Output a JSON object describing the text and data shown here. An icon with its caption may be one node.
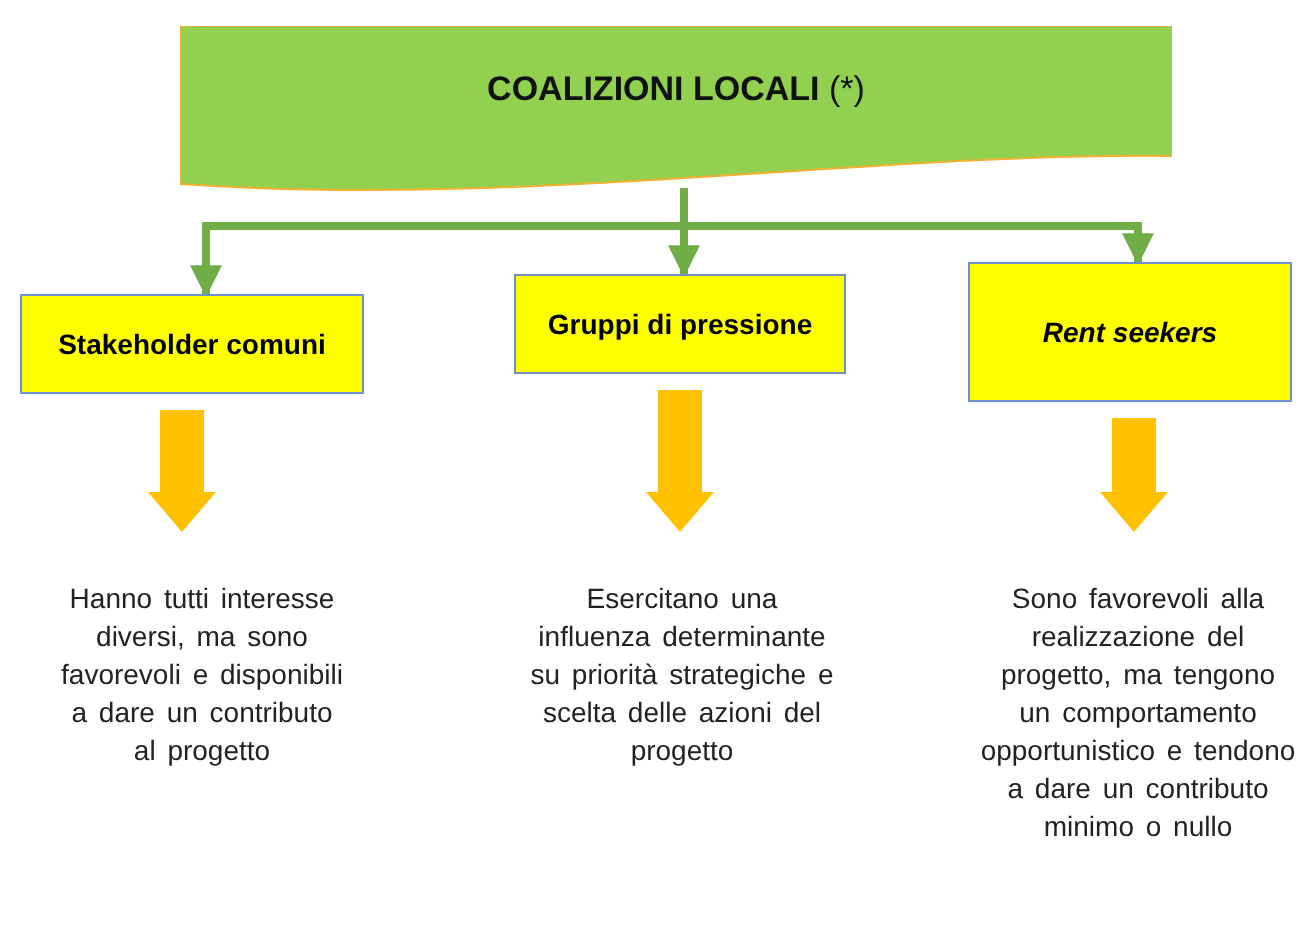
{
  "diagram": {
    "nodes": [
      {
        "text": [
          "**COALIZIONI LOCALI** (*)"
        ]
      },
      {
        "text": [
          "Stakeholder comuni"
        ]
      },
      {
        "text": [
          "Gruppi di pressione"
        ]
      },
      {
        "text": [
          "Rent seekers"
        ]
      },
      {
        "text": [
          "Hanno tutti interesse diversi, ma sono favorevoli e disponibili a dare un contributo al progetto"
        ]
      },
      {
        "text": [
          "Esercitano una influenza determinante su priorità strategiche e scelta delle azioni del progetto"
        ]
      },
      {
        "text": [
          "Sono favorevoli alla realizzazione del progetto, ma tengono un comportamento opportunistico e tendono a dare un contributo minimo o nullo"
        ]
      }
    ],
    "edges": [
      {
        "from": 0,
        "to": 1,
        "arrow": "to"
      },
      {
        "from": 0,
        "to": 2,
        "arrow": "to"
      },
      {
        "from": 0,
        "to": 3,
        "arrow": "to"
      },
      {
        "from": 1,
        "to": 4,
        "arrow": "to",
        "style": "thick",
        "color": "#ffc000"
      },
      {
        "from": 2,
        "to": 5,
        "arrow": "to",
        "style": "thick",
        "color": "#ffc000"
      },
      {
        "from": 3,
        "to": 6,
        "arrow": "to",
        "style": "thick",
        "color": "#ffc000"
      }
    ]
  }
}
